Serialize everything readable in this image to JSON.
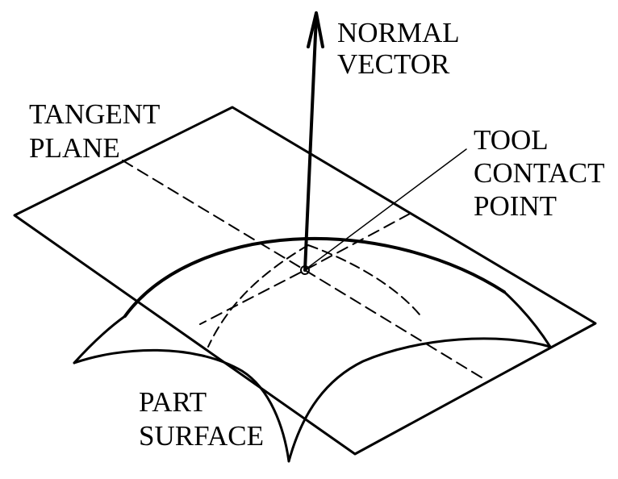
{
  "labels": {
    "normal_vector": [
      "NORMAL",
      "VECTOR"
    ],
    "tangent_plane": [
      "TANGENT",
      "PLANE"
    ],
    "tool_contact_point": [
      "TOOL",
      "CONTACT",
      "POINT"
    ],
    "part_surface": [
      "PART",
      "SURFACE"
    ]
  },
  "colors": {
    "line": "#000000",
    "background": "#ffffff"
  }
}
